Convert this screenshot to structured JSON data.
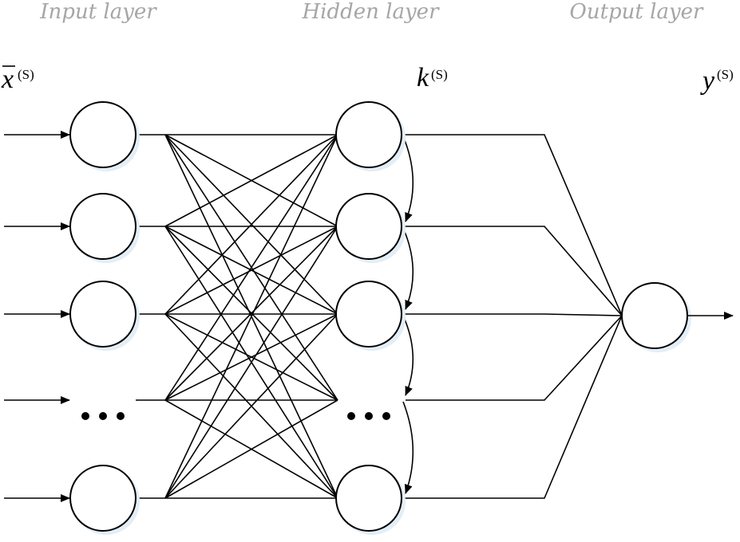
{
  "titles": {
    "input": "Input layer",
    "hidden": "Hidden layer",
    "output": "Output layer"
  },
  "variables": {
    "input": {
      "base": "x",
      "sup": "(S)",
      "overline": true
    },
    "hidden": {
      "base": "k",
      "sup": "(S)"
    },
    "output": {
      "base": "y",
      "sup": "(S)"
    }
  },
  "layers": {
    "input_rows": [
      "node",
      "node",
      "node",
      "ellipsis",
      "node"
    ],
    "hidden_rows": [
      "node",
      "node",
      "node",
      "ellipsis",
      "node"
    ],
    "output_nodes": 1
  },
  "colors": {
    "title": "#a6a6a6",
    "stroke": "#000000",
    "shadow": "#e3eef7"
  }
}
